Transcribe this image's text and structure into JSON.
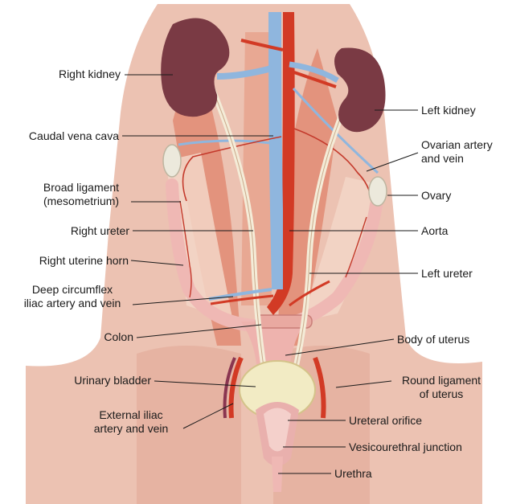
{
  "labels": {
    "right_kidney": "Right kidney",
    "caudal_vena_cava": "Caudal vena cava",
    "broad_ligament_1": "Broad ligament",
    "broad_ligament_2": "(mesometrium)",
    "right_ureter": "Right ureter",
    "right_uterine_horn": "Right uterine horn",
    "deep_circumflex_1": "Deep circumflex",
    "deep_circumflex_2": "iliac artery and vein",
    "colon": "Colon",
    "urinary_bladder": "Urinary bladder",
    "external_iliac_1": "External iliac",
    "external_iliac_2": "artery and vein",
    "left_kidney": "Left kidney",
    "ovarian_1": "Ovarian artery",
    "ovarian_2": "and vein",
    "ovary": "Ovary",
    "aorta": "Aorta",
    "left_ureter": "Left ureter",
    "body_of_uterus": "Body of uterus",
    "round_ligament_1": "Round ligament",
    "round_ligament_2": "of uterus",
    "ureteral_orifice": "Ureteral orifice",
    "vesicourethral_junction": "Vesicourethral junction",
    "urethra": "Urethra"
  },
  "colors": {
    "kidney": "#7a3a44",
    "artery": "#d23a25",
    "vein": "#8fb6de",
    "tissue": "#e9b9a8",
    "muscle": "#e7a58f",
    "ureter": "#f4ecd8",
    "ovary": "#ece9dc",
    "bladder": "#f2ebc4"
  }
}
